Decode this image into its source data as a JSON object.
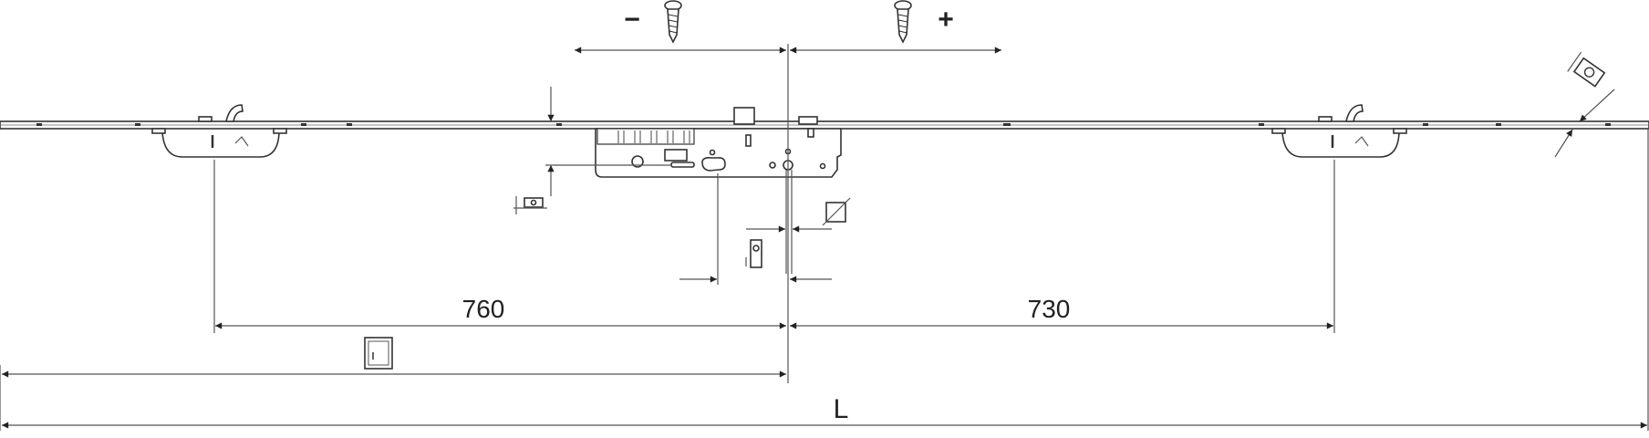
{
  "labels": {
    "minus": "−",
    "plus": "+",
    "dim_left": "760",
    "dim_right": "730",
    "dim_total": "L"
  },
  "colors": {
    "line": "#333333",
    "dimension": "#555555",
    "background": "#ffffff"
  }
}
